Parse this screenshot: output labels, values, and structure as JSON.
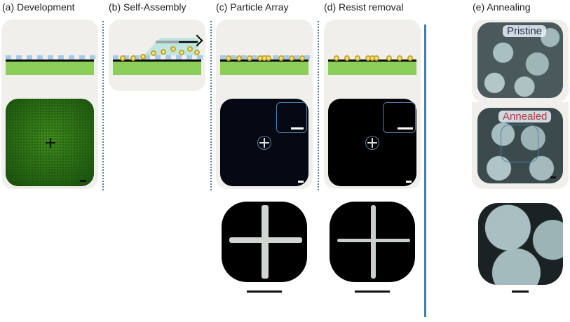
{
  "figure": {
    "panels": [
      {
        "id": "a",
        "label": "(a) Development",
        "microscopy": "optical-green",
        "marker": "cross"
      },
      {
        "id": "b",
        "label": "(b) Self-Assembly"
      },
      {
        "id": "c",
        "label": "(c) Particle Array",
        "microscopy": "darkfield",
        "zoom": "cross-particles"
      },
      {
        "id": "d",
        "label": "(d) Resist removal",
        "microscopy": "darkfield",
        "zoom": "cross-particles"
      },
      {
        "id": "e",
        "label": "(e) Annealing",
        "sem_labels": [
          "Pristine",
          "Annealed"
        ]
      }
    ],
    "sem_labels": {
      "pristine": "Pristine",
      "annealed": "Annealed"
    },
    "colors": {
      "substrate": "#8bcf5a",
      "film": "#0a0a0a",
      "resist": "#a6cbe8",
      "nanoparticle": "#c9a51e",
      "divider": "#4b7ba3",
      "card_bg": "#f1efeb",
      "annealed_text": "#b03a3a",
      "pristine_text": "#22334a"
    }
  }
}
